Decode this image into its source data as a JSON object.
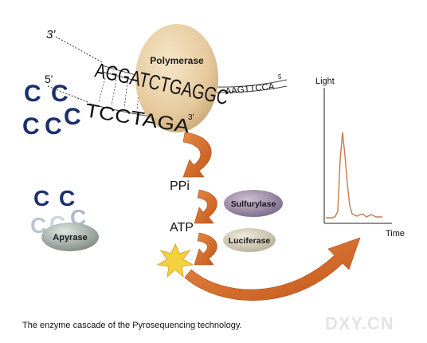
{
  "labels": {
    "strand_3prime_top": "3'",
    "strand_5prime": "5'",
    "strand_3prime_bottom": "3'",
    "strand_5_small": "5",
    "template_sequence_large": "AGGATCTGAGGC",
    "template_sequence_small": "AAGTTCCA",
    "primer_sequence": "TCCTAGA",
    "polymerase": "Polymerase",
    "ppi": "PPi",
    "sulfurylase": "Sulfurylase",
    "atp": "ATP",
    "luciferase": "Luciferase",
    "apyrase": "Apyrase",
    "light_axis": "Light",
    "time_axis": "Time",
    "nucleotide": "C"
  },
  "caption": "The enzyme cascade of the Pyrosequencing technology.",
  "watermark": "DXY.CN",
  "colors": {
    "nucleotide_blue": "#1a2f6e",
    "nucleotide_faded": "#b9c2d6",
    "enzyme_tan": "#e8cfa6",
    "sulfurylase_purple": "#8a7a95",
    "luciferase_beige": "#cfc7b2",
    "apyrase_gray": "#9aa29c",
    "arrow_orange": "#d4672a",
    "signal_orange": "#c97a4e",
    "flash_yellow": "#f4d23e"
  },
  "icons": [
    "light-flash-icon",
    "orange-curved-arrow-icon"
  ]
}
